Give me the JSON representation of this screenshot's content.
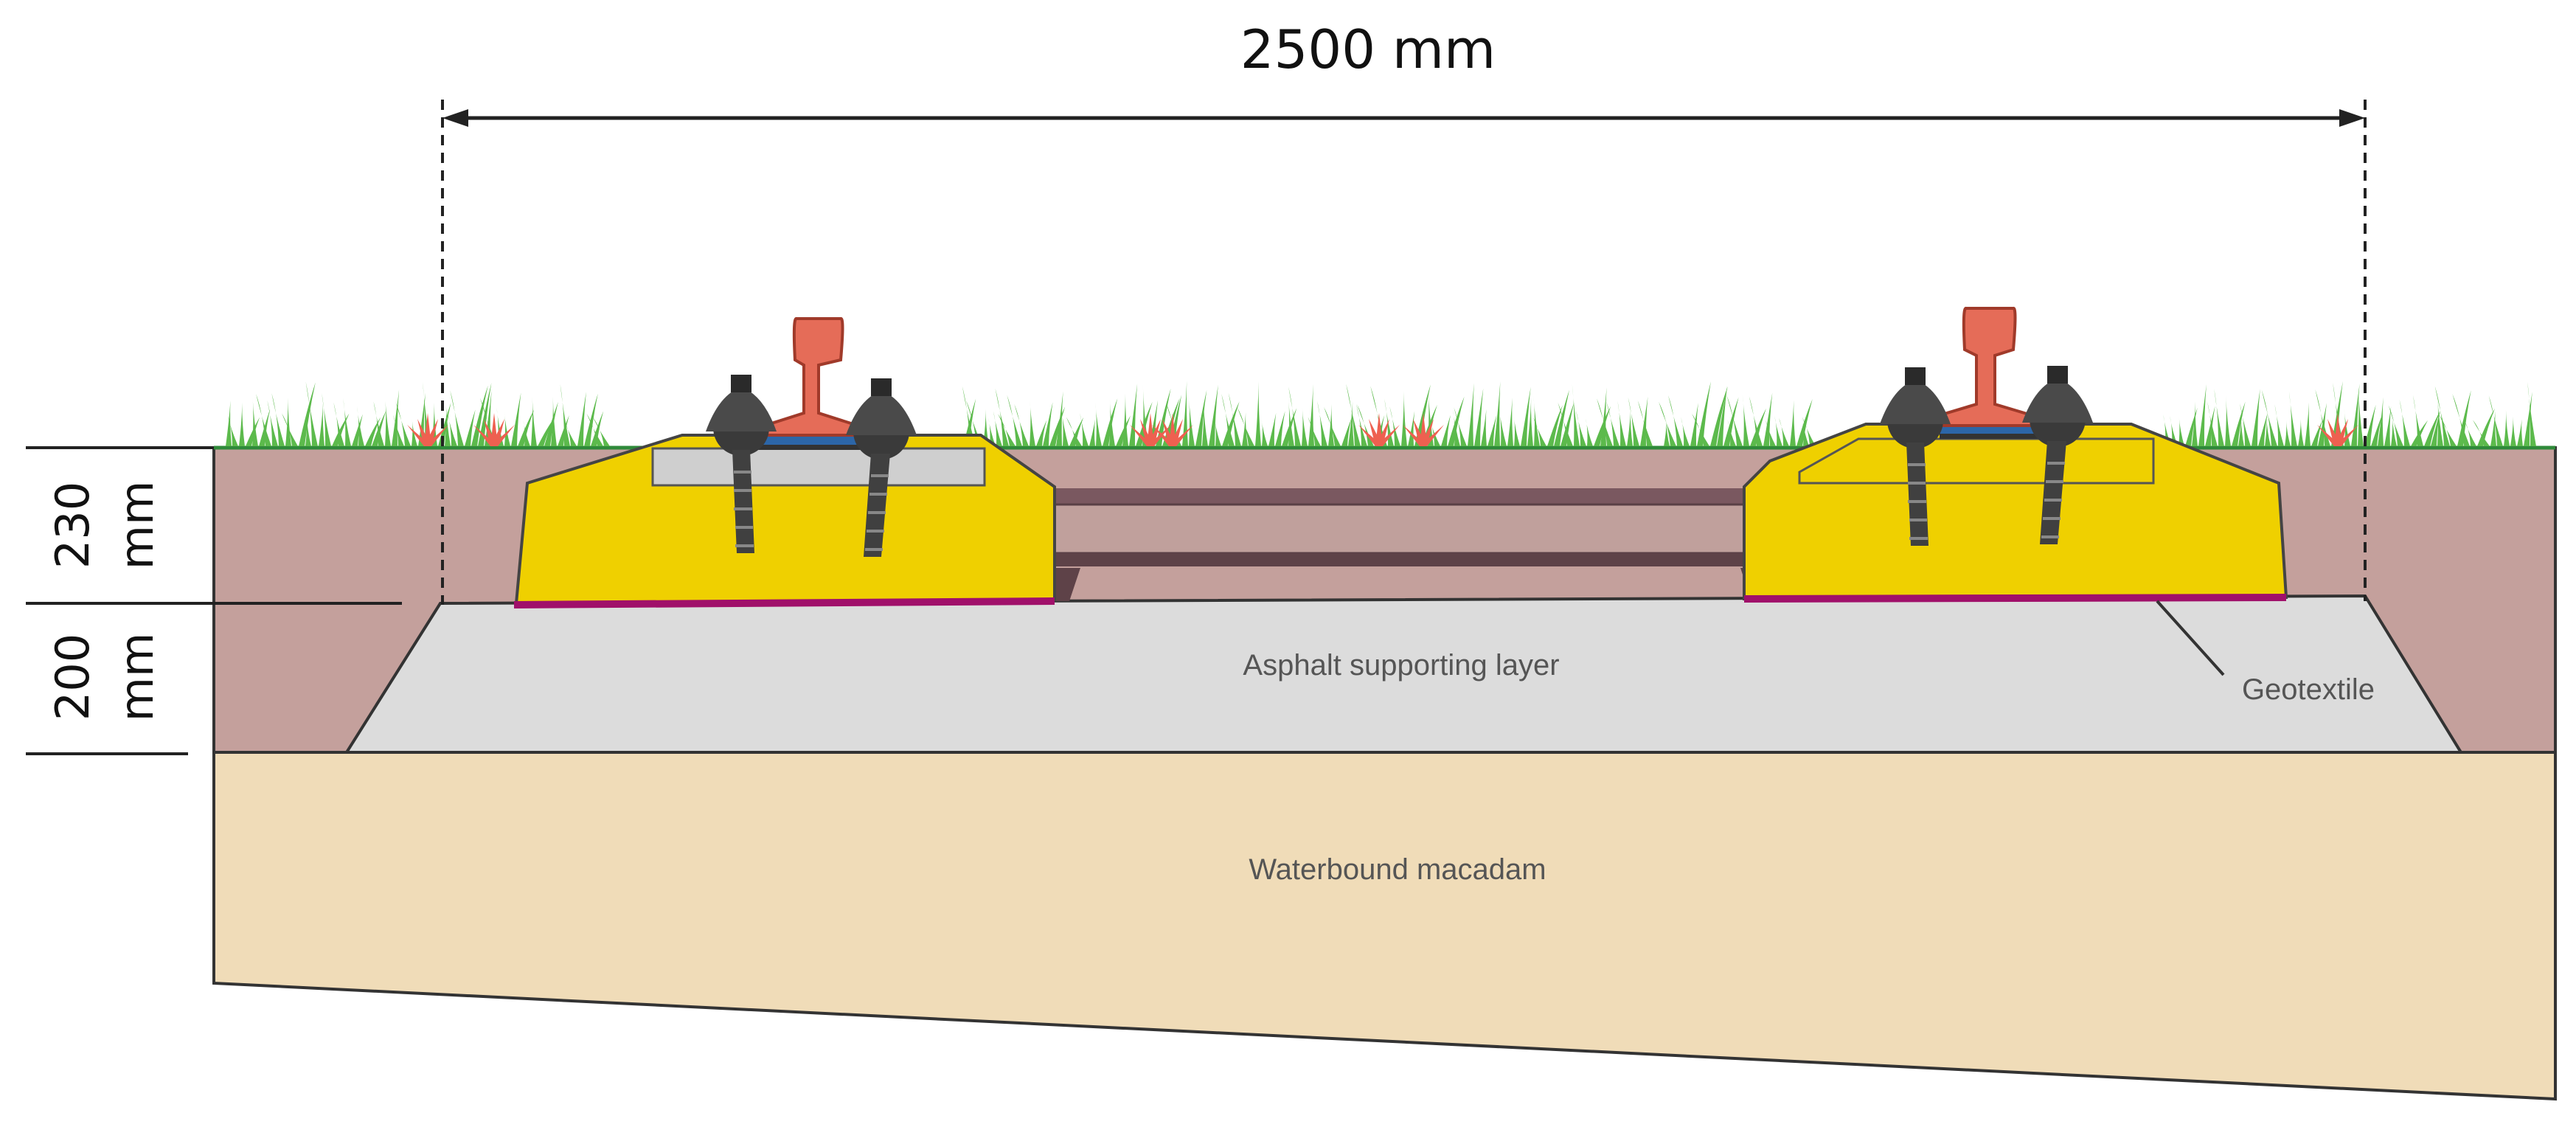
{
  "dimensions": {
    "track_width": "2500 mm",
    "top_layer_thickness": [
      "230",
      "mm"
    ],
    "lower_layer_thickness": [
      "200",
      "mm"
    ]
  },
  "layers": {
    "asphalt": "Asphalt supporting layer",
    "geotextile": "Geotextile",
    "macadam": "Waterbound macadam"
  },
  "colors": {
    "soil": "#c4a09c",
    "asphalt": "#dcdcdc",
    "macadam": "#f0dcb8",
    "sleeper": "#efd000",
    "rail": "#e56c58",
    "geotextile": "#a0106a",
    "grass": "#5cba4c",
    "grass_accent": "#ee6050",
    "bolt": "#3a3a3a",
    "tie_bar": "#7a5860"
  }
}
